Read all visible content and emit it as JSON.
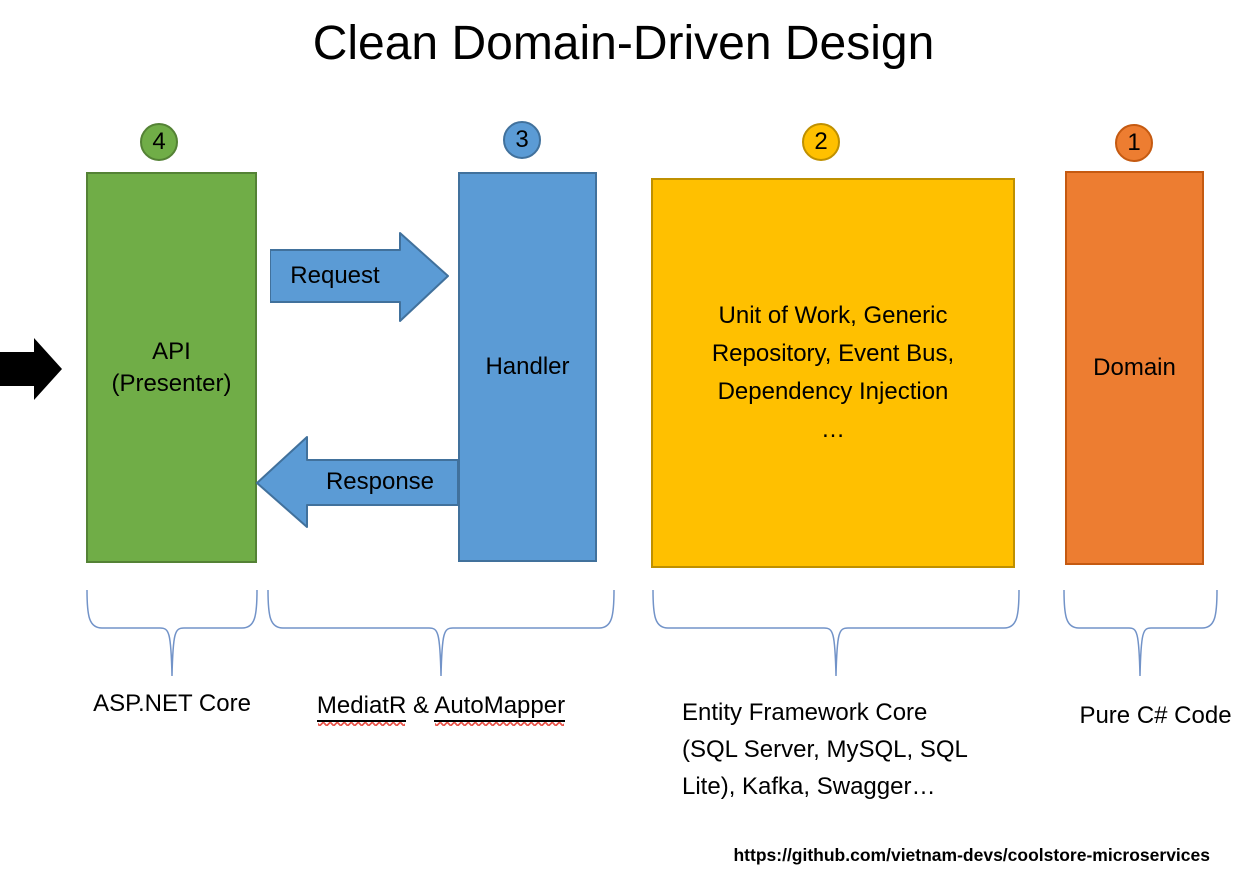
{
  "title": "Clean Domain-Driven Design",
  "colors": {
    "green_fill": "#70AD47",
    "green_border": "#548235",
    "blue_fill": "#5B9BD5",
    "blue_border": "#41719C",
    "gold_fill": "#FFC000",
    "gold_border": "#BF9000",
    "orange_fill": "#ED7D31",
    "orange_border": "#C55A11",
    "brace_stroke": "#7293C8",
    "squiggle": "#E8564C",
    "input_arrow": "#000000",
    "text": "#000000"
  },
  "layers": {
    "presentation": {
      "number": "4",
      "label_line1": "API",
      "label_line2": "(Presenter)",
      "tech": "ASP.NET Core"
    },
    "application": {
      "number": "3",
      "label": "Handler",
      "tech_word1": "MediatR",
      "tech_sep": "&",
      "tech_word2": "AutoMapper"
    },
    "infrastructure": {
      "number": "2",
      "lines": [
        "Unit of Work, Generic",
        "Repository, Event Bus,",
        "Dependency Injection",
        "…"
      ],
      "tech_lines": [
        "Entity Framework Core",
        "(SQL Server, MySQL, SQL",
        "Lite), Kafka, Swagger…"
      ]
    },
    "domain": {
      "number": "1",
      "label": "Domain",
      "tech": "Pure C# Code"
    }
  },
  "arrows": {
    "request": "Request",
    "response": "Response"
  },
  "footer": {
    "url": "https://github.com/vietnam-devs/coolstore-microservices"
  }
}
